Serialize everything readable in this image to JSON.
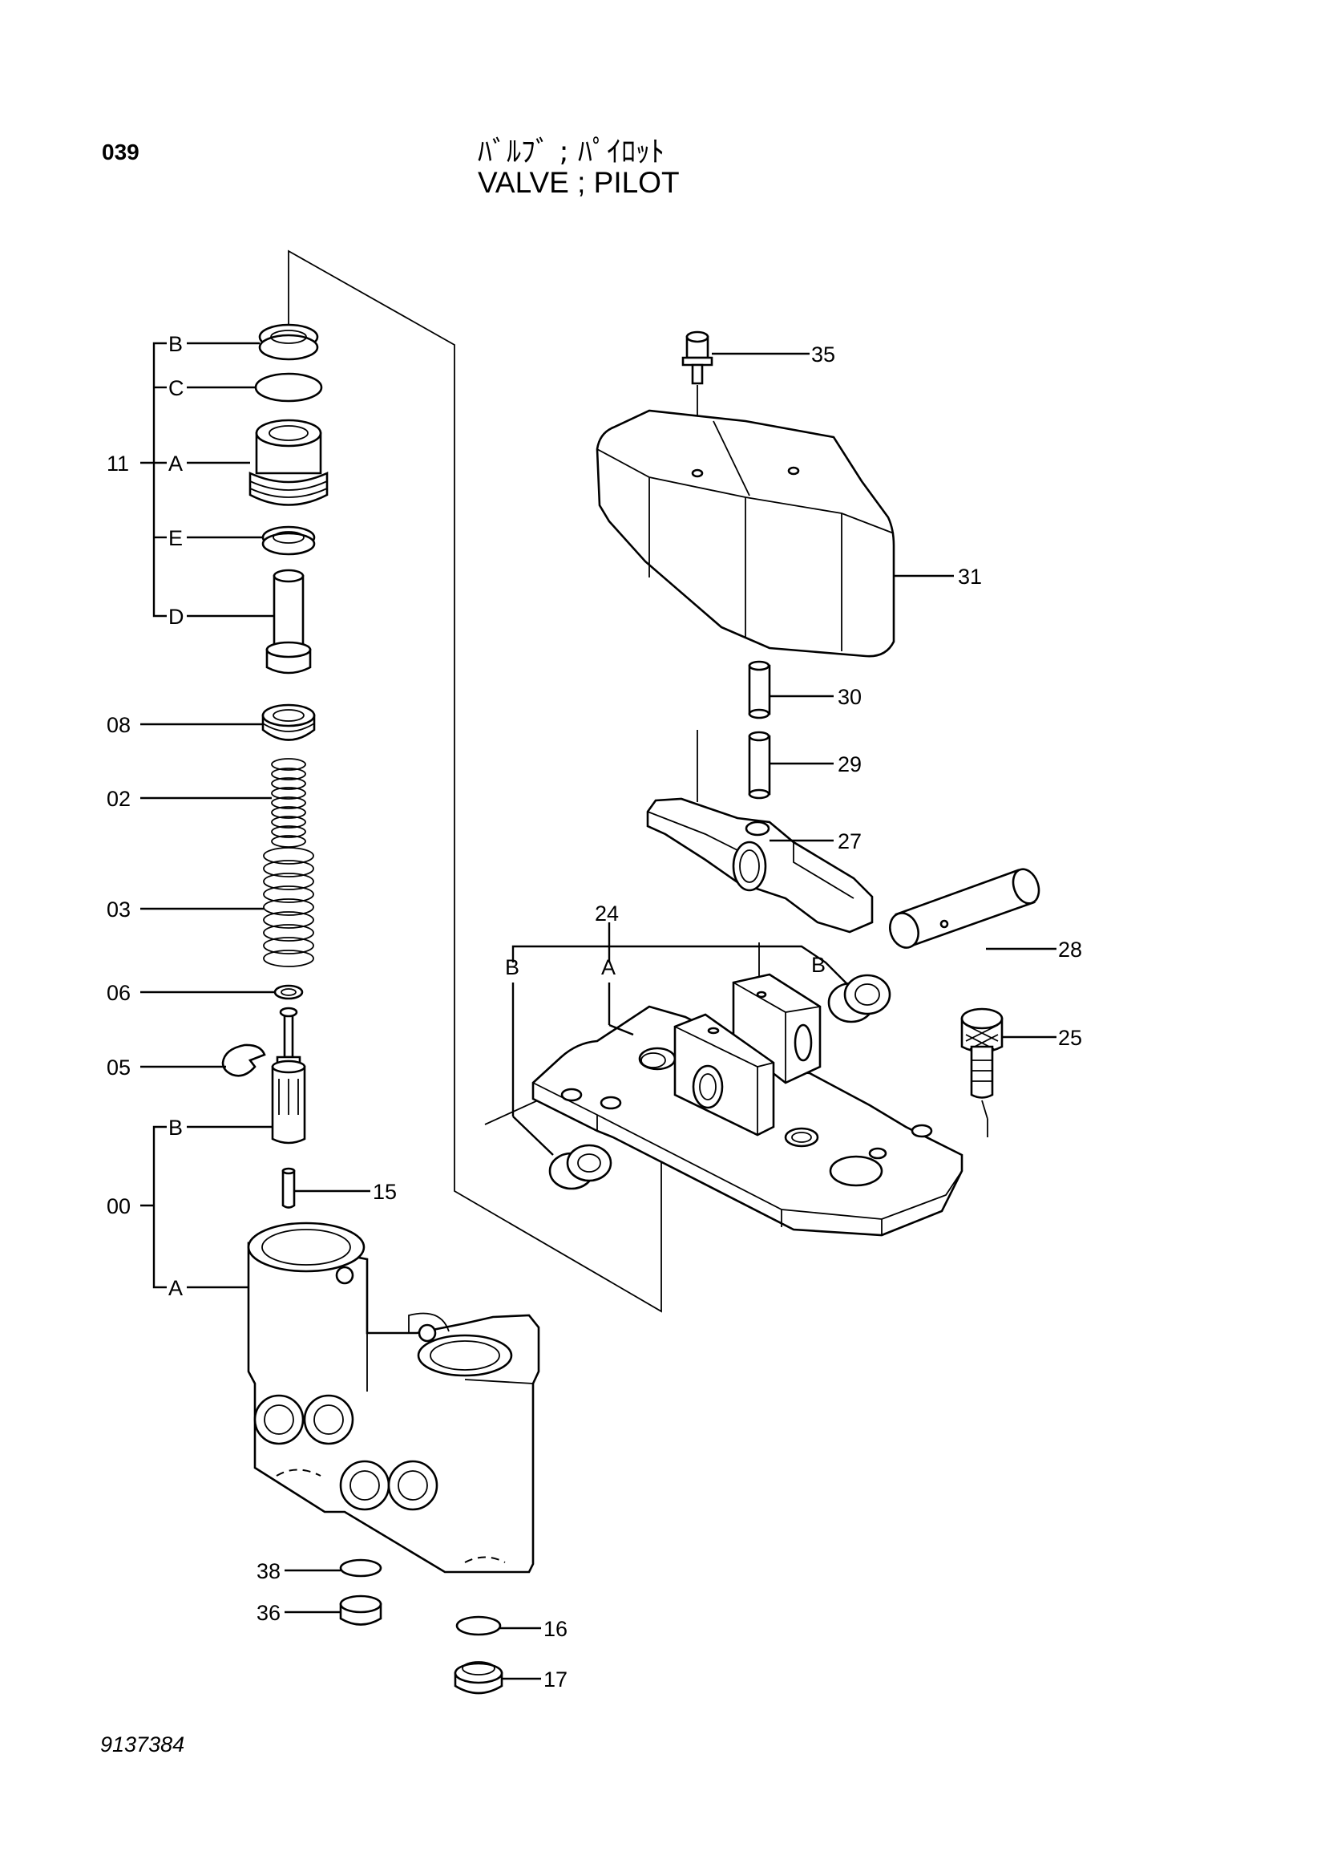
{
  "header": {
    "page_number": "039",
    "title_ja": "ﾊﾞﾙﾌﾞ ; ﾊﾟｲﾛｯﾄ",
    "title_en": "VALVE ; PILOT"
  },
  "footer": {
    "drawing_number": "9137384"
  },
  "callouts": {
    "p11": "11",
    "p11B": "B",
    "p11C": "C",
    "p11A": "A",
    "p11E": "E",
    "p11D": "D",
    "p08": "08",
    "p02": "02",
    "p03": "03",
    "p06": "06",
    "p05": "05",
    "p00": "00",
    "p00B": "B",
    "p00A": "A",
    "p15": "15",
    "p38": "38",
    "p36": "36",
    "p16": "16",
    "p17": "17",
    "p35": "35",
    "p31": "31",
    "p30": "30",
    "p29": "29",
    "p27": "27",
    "p24": "24",
    "p24B1": "B",
    "p24A": "A",
    "p24B2": "B",
    "p28": "28",
    "p25": "25"
  }
}
